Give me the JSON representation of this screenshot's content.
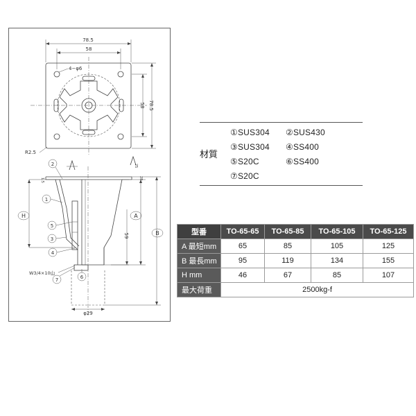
{
  "drawing": {
    "dim_top_outer": "78.5",
    "dim_top_inner": "58",
    "hole_spec": "4−φ6",
    "dim_side_inner": "58",
    "dim_side_outer": "78.5",
    "radius": "R2.5",
    "dim_59": "59",
    "dim_phi29": "φ29",
    "thread": "W3/4×10山",
    "dim_a": "A",
    "dim_b": "B",
    "dim_h": "H",
    "dim_25": "25",
    "dim_1_5": "1.5",
    "dim_28": "28",
    "callouts": [
      "1",
      "2",
      "3",
      "4",
      "5",
      "6",
      "7"
    ]
  },
  "materials": {
    "label": "材質",
    "items": [
      "①SUS304",
      "②SUS430",
      "③SUS304",
      "④SS400",
      "⑤S20C",
      "⑥SS400",
      "⑦S20C"
    ]
  },
  "spec_table": {
    "corner": "型番",
    "models": [
      "TO-65-65",
      "TO-65-85",
      "TO-65-105",
      "TO-65-125"
    ],
    "rows": [
      {
        "label": "A 最短mm",
        "values": [
          "65",
          "85",
          "105",
          "125"
        ]
      },
      {
        "label": "B 最長mm",
        "values": [
          "95",
          "119",
          "134",
          "155"
        ]
      },
      {
        "label": "H mm",
        "values": [
          "46",
          "67",
          "85",
          "107"
        ]
      }
    ],
    "max_load_label": "最大荷重",
    "max_load_value": "2500kg-f"
  }
}
